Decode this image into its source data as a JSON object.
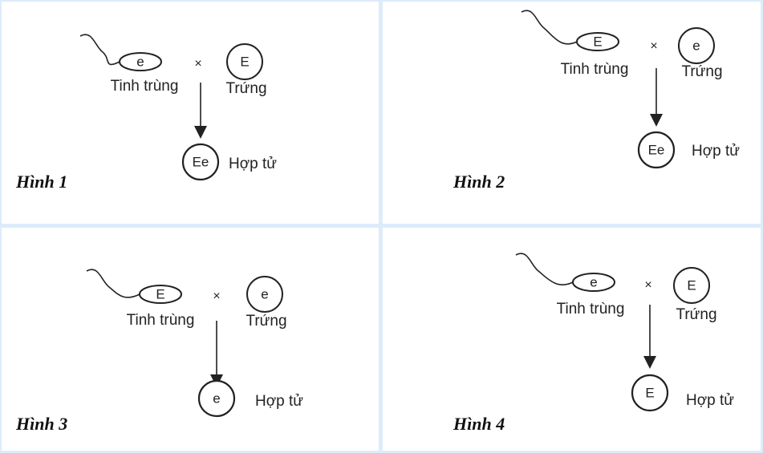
{
  "panels": [
    {
      "caption": "Hình 1",
      "sperm_allele": "e",
      "egg_allele": "E",
      "zygote_allele": "Ee",
      "sperm_label": "Tinh trùng",
      "egg_label": "Trứng",
      "zygote_label": "Hợp tử",
      "cross": "×"
    },
    {
      "caption": "Hình 2",
      "sperm_allele": "E",
      "egg_allele": "e",
      "zygote_allele": "Ee",
      "sperm_label": "Tinh trùng",
      "egg_label": "Trứng",
      "zygote_label": "Hợp tử",
      "cross": "×"
    },
    {
      "caption": "Hình 3",
      "sperm_allele": "E",
      "egg_allele": "e",
      "zygote_allele": "e",
      "sperm_label": "Tinh trùng",
      "egg_label": "Trứng",
      "zygote_label": "Hợp tử",
      "cross": "×"
    },
    {
      "caption": "Hình 4",
      "sperm_allele": "e",
      "egg_allele": "E",
      "zygote_allele": "E",
      "sperm_label": "Tinh trùng",
      "egg_label": "Trứng",
      "zygote_label": "Hợp tử",
      "cross": "×"
    }
  ],
  "colors": {
    "border": "#ddecfb",
    "panel": "#ffffff",
    "ink": "#222222"
  }
}
